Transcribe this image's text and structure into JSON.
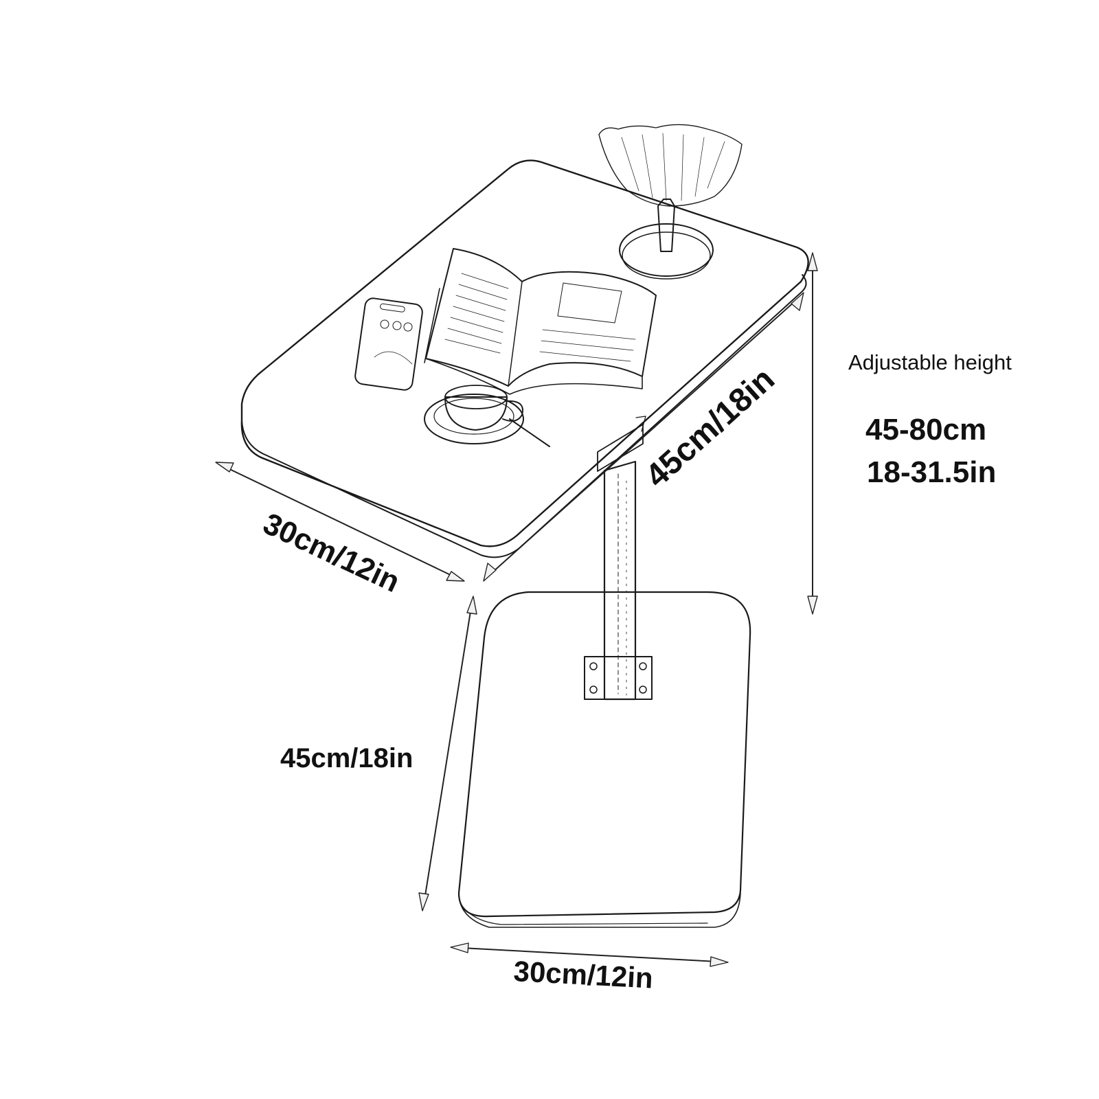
{
  "labels": {
    "top_width": "30cm/12in",
    "top_depth": "45cm/18in",
    "base_depth": "45cm/18in",
    "base_width": "30cm/12in",
    "height_title": "Adjustable height",
    "height_cm": "45-80cm",
    "height_in": "18-31.5in"
  },
  "colors": {
    "ink": "#1a1a1a",
    "paper": "#ffffff"
  }
}
